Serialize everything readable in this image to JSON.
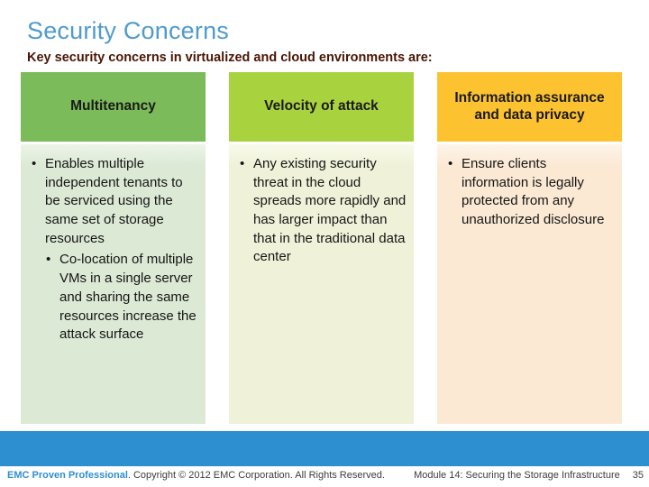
{
  "slide": {
    "title": "Security Concerns",
    "subtitle": "Key security concerns in virtualized and cloud environments are:"
  },
  "columns": [
    {
      "id": "multitenancy",
      "header": "Multitenancy",
      "header_color": "#7cbb59",
      "body_color": "#dce9d5",
      "body_top_color": "#edf4e8",
      "bullets": [
        {
          "level": 1,
          "text": "Enables multiple independent tenants to be serviced using the same set of storage resources"
        },
        {
          "level": 2,
          "text": "Co-location of multiple VMs in a single server and sharing the same resources increase the attack surface"
        }
      ]
    },
    {
      "id": "velocity-of-attack",
      "header": "Velocity of attack",
      "header_color": "#a9d23f",
      "body_color": "#eff2d8",
      "body_top_color": "#f8faea",
      "bullets": [
        {
          "level": 1,
          "text": "Any existing security threat in the cloud spreads more rapidly and has larger impact than that in the traditional data center"
        }
      ]
    },
    {
      "id": "information-assurance",
      "header": "Information assurance and data privacy",
      "header_color": "#fdc22f",
      "body_color": "#fbe9d4",
      "body_top_color": "#fdf4e8",
      "bullets": [
        {
          "level": 1,
          "text": "Ensure clients information is legally protected from any unauthorized disclosure"
        }
      ]
    }
  ],
  "footer": {
    "brand": "EMC Proven Professional",
    "copyright": ". Copyright ©  2012 EMC Corporation. All Rights Reserved.",
    "module": "Module 14: Securing the Storage Infrastructure",
    "page": "35"
  },
  "colors": {
    "title": "#4e9bcd",
    "subtitle": "#4a1505",
    "accent_bar": "#2e8fd0",
    "footer_brand": "#2f8fce",
    "footer_text": "#3d3d3d"
  }
}
